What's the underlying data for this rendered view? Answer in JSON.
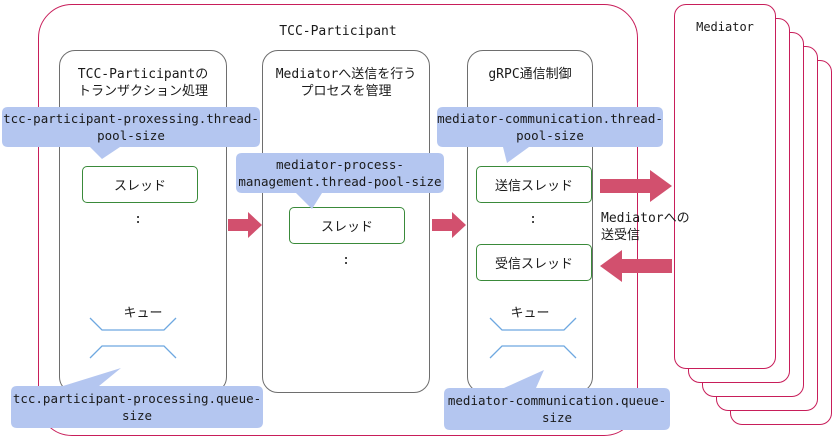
{
  "outer_title": "TCC-Participant",
  "panels": [
    {
      "title_line1": "TCC-Participantの",
      "title_line2": "トランザクション処理",
      "thread_label": "スレッド",
      "dots": ":",
      "queue_label": "キュー",
      "config_top": "tcc-participant-proxessing.thread-\npool-size",
      "config_bottom": "tcc.participant-processing.queue-\nsize"
    },
    {
      "title_line1": "Mediatorへ送信を行う",
      "title_line2": "プロセスを管理",
      "thread_label": "スレッド",
      "dots": ":",
      "config_top": "mediator-process-\nmanagement.thread-pool-size"
    },
    {
      "title_line1": "gRPC通信制御",
      "send_thread_label": "送信スレッド",
      "recv_thread_label": "受信スレッド",
      "dots": ":",
      "queue_label": "キュー",
      "config_top": "mediator-communication.thread-\npool-size",
      "config_bottom": "mediator-communication.queue-\nsize"
    }
  ],
  "mediator_title": "Mediator",
  "mediator_link_label_line1": "Mediatorへの",
  "mediator_link_label_line2": "送受信",
  "colors": {
    "border_accent": "#c81e5a",
    "arrow_fill": "#d2506e",
    "callout_fill": "#b4c6f0",
    "thread_border": "#3a8a3a",
    "queue_line": "#6ea8e0"
  }
}
